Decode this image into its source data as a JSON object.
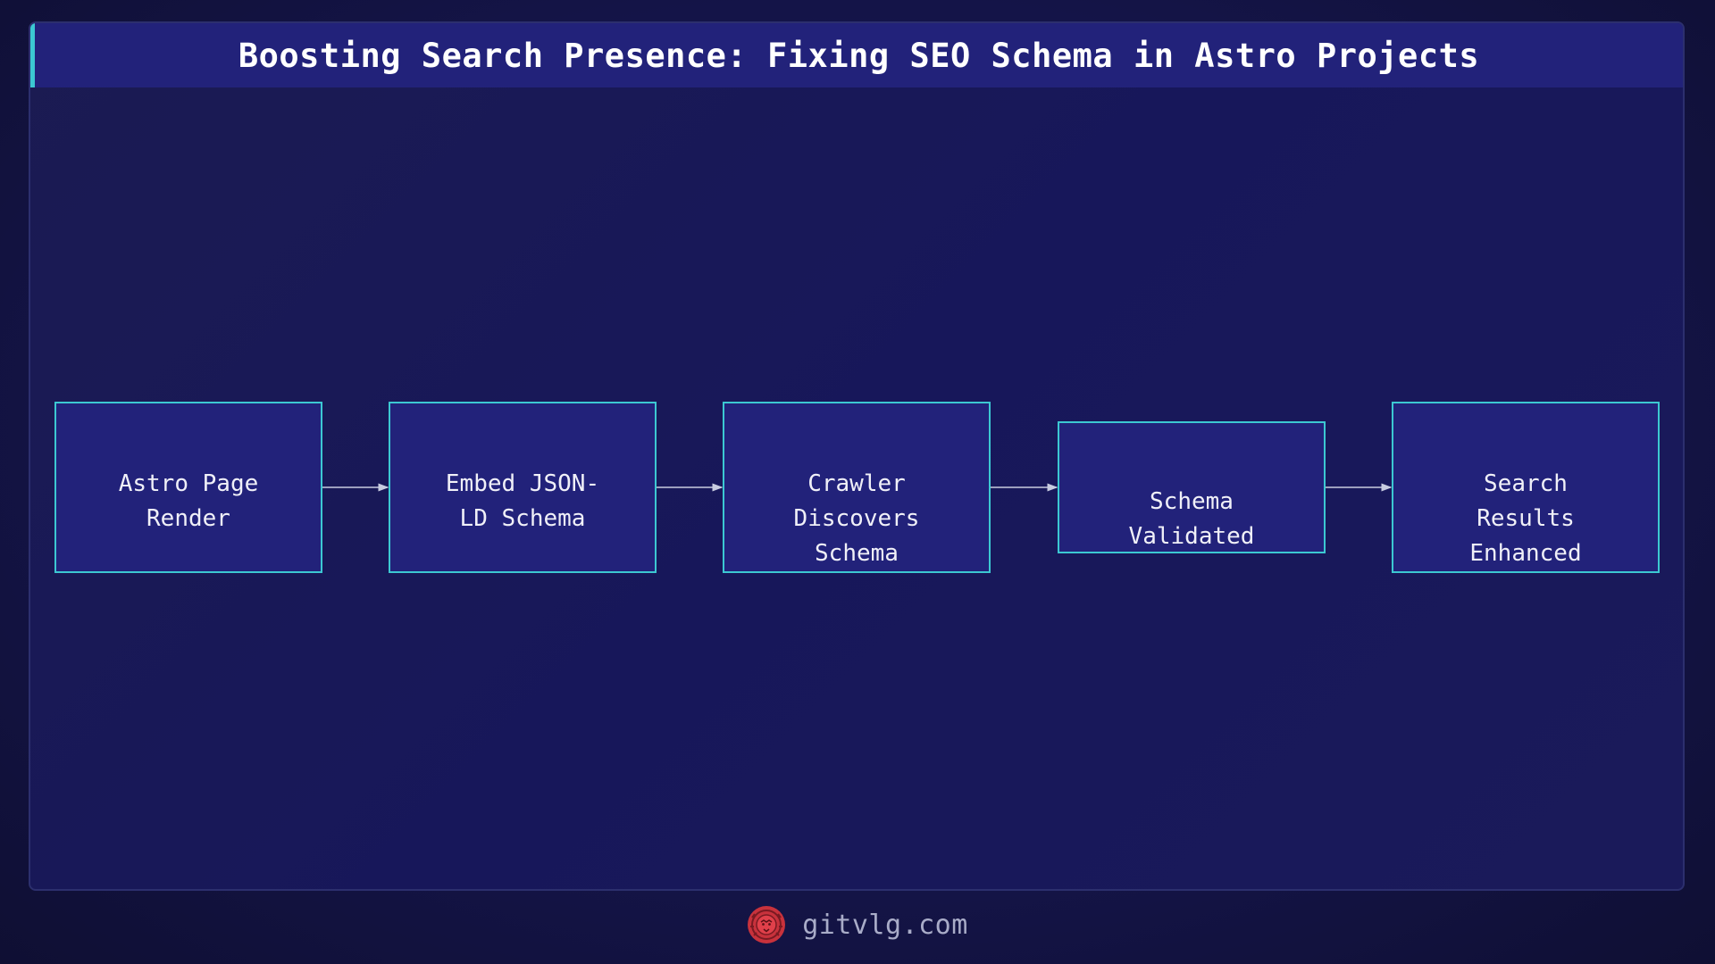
{
  "title": "Boosting Search Presence: Fixing SEO Schema in Astro Projects",
  "nodes": [
    {
      "id": "n1",
      "label": "Astro Page\nRender"
    },
    {
      "id": "n2",
      "label": "Embed JSON-\nLD Schema"
    },
    {
      "id": "n3",
      "label": "Crawler\nDiscovers\nSchema"
    },
    {
      "id": "n4",
      "label": "Schema\nValidated"
    },
    {
      "id": "n5",
      "label": "Search\nResults\nEnhanced"
    }
  ],
  "edges": [
    {
      "from": "n1",
      "to": "n2"
    },
    {
      "from": "n2",
      "to": "n3"
    },
    {
      "from": "n3",
      "to": "n4"
    },
    {
      "from": "n4",
      "to": "n5"
    }
  ],
  "footer": {
    "site": "gitvlg.com",
    "logo_icon": "lion-head-icon"
  },
  "colors": {
    "node_fill": "#22227a",
    "node_border": "#3cc8d2",
    "accent": "#3cc8d2",
    "edge": "#c8cce0",
    "logo": "#e0404a"
  }
}
